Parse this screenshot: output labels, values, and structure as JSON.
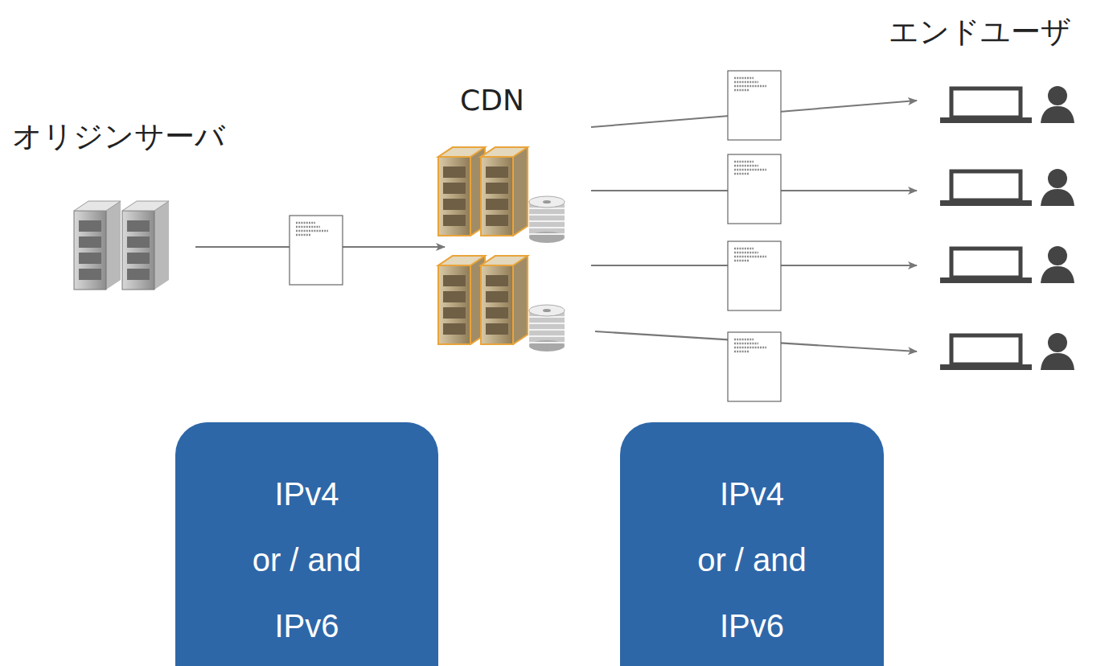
{
  "diagram": {
    "nodes": [
      {
        "text": [
          "IPv4",
          "or / and",
          "IPv6"
        ]
      },
      {
        "text": [
          "IPv4",
          "or / and",
          "IPv6"
        ]
      }
    ],
    "labels": [
      "オリジンサーバ",
      "CDN",
      "エンドユーザ"
    ]
  }
}
